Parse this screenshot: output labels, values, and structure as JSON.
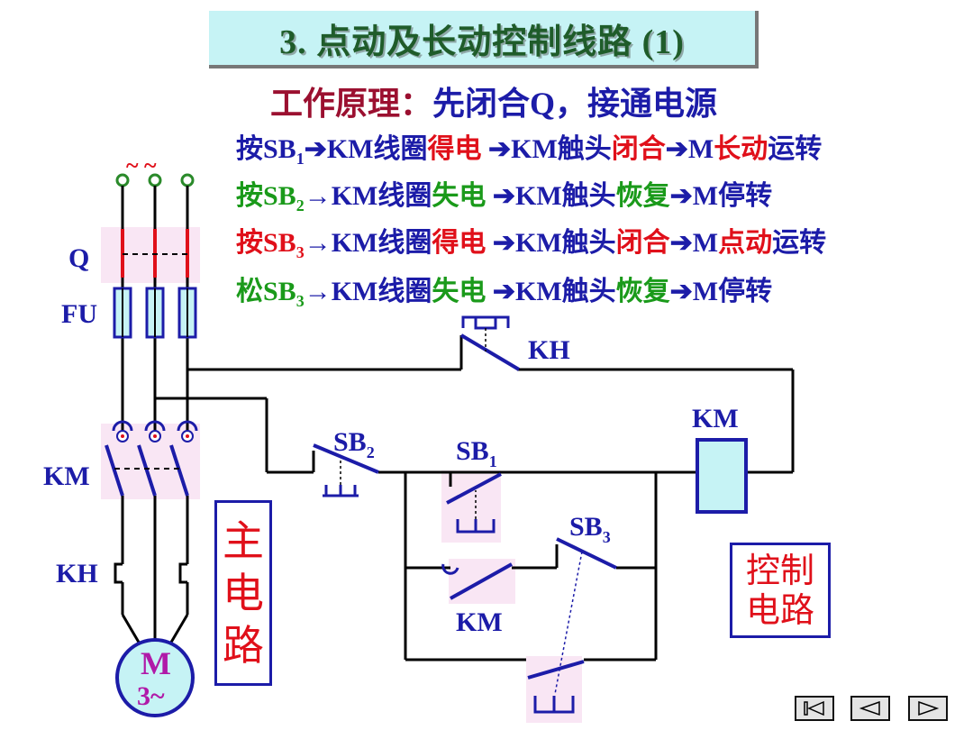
{
  "title": "3. 点动及长动控制线路 (1)",
  "principle": {
    "label": "工作原理：",
    "text": "先闭合Q，接通电源"
  },
  "steps": [
    {
      "parts": [
        {
          "t": "按SB",
          "c": "blue"
        },
        {
          "t": "1",
          "c": "blue",
          "sub": true
        },
        {
          "t": "➔KM线圈",
          "c": "blue"
        },
        {
          "t": "得电",
          "c": "red"
        },
        {
          "t": "   ➔KM触头",
          "c": "blue"
        },
        {
          "t": "闭合",
          "c": "red"
        },
        {
          "t": "➔M",
          "c": "blue"
        },
        {
          "t": "长动",
          "c": "red"
        },
        {
          "t": "运转",
          "c": "blue"
        }
      ]
    },
    {
      "parts": [
        {
          "t": "按SB",
          "c": "green"
        },
        {
          "t": "2",
          "c": "green",
          "sub": true
        },
        {
          "t": "→KM线圈",
          "c": "blue"
        },
        {
          "t": "失电",
          "c": "green"
        },
        {
          "t": "  ➔KM触头",
          "c": "blue"
        },
        {
          "t": "恢复",
          "c": "green"
        },
        {
          "t": "➔M停转",
          "c": "blue"
        }
      ]
    },
    {
      "parts": [
        {
          "t": "按SB",
          "c": "red"
        },
        {
          "t": "3",
          "c": "red",
          "sub": true
        },
        {
          "t": "→KM线圈",
          "c": "blue"
        },
        {
          "t": "得电",
          "c": "red"
        },
        {
          "t": "  ➔KM触头",
          "c": "blue"
        },
        {
          "t": "闭合",
          "c": "red"
        },
        {
          "t": "➔M",
          "c": "blue"
        },
        {
          "t": "点动",
          "c": "red"
        },
        {
          "t": "运转",
          "c": "blue"
        }
      ]
    },
    {
      "parts": [
        {
          "t": "松SB",
          "c": "green"
        },
        {
          "t": "3",
          "c": "green",
          "sub": true
        },
        {
          "t": "→KM线圈",
          "c": "blue"
        },
        {
          "t": "失电",
          "c": "green"
        },
        {
          "t": "  ➔KM触头",
          "c": "blue"
        },
        {
          "t": "恢复",
          "c": "green"
        },
        {
          "t": "➔M停转",
          "c": "blue"
        }
      ]
    }
  ],
  "labels": {
    "supply": "~ ~",
    "q": "Q",
    "fu": "FU",
    "km_main": "KM",
    "kh_main": "KH",
    "motor_m": "M",
    "motor_phase": "3~",
    "kh_ctrl": "KH",
    "km_coil": "KM",
    "sb2": "SB",
    "sb2_sub": "2",
    "sb1": "SB",
    "sb1_sub": "1",
    "sb3": "SB",
    "sb3_sub": "3",
    "km_aux": "KM"
  },
  "box_main": [
    "主",
    "电",
    "路"
  ],
  "box_ctrl": [
    "控制",
    "电路"
  ],
  "colors": {
    "wire": "#000000",
    "accent_blue": "#1c1ca8",
    "red": "#e0101a",
    "green": "#1a9a1a",
    "title_bg": "#c6f3f5",
    "component_fill": "#c6f3f5",
    "highlight_pink": "#f9e6f4"
  },
  "nav": [
    {
      "name": "first-slide",
      "icon": "skip-back-icon"
    },
    {
      "name": "prev-slide",
      "icon": "play-left-icon"
    },
    {
      "name": "next-slide",
      "icon": "play-right-icon"
    }
  ]
}
